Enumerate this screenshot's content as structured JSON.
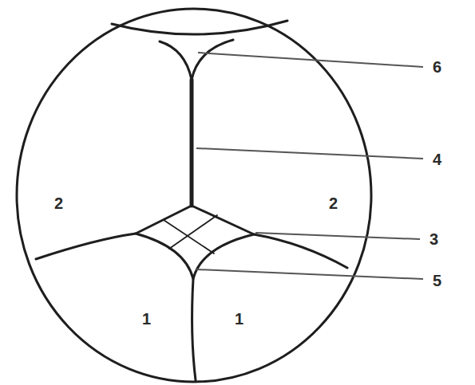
{
  "diagram": {
    "labels": [
      "6",
      "4",
      "2",
      "2",
      "3",
      "5",
      "1",
      "1"
    ]
  }
}
